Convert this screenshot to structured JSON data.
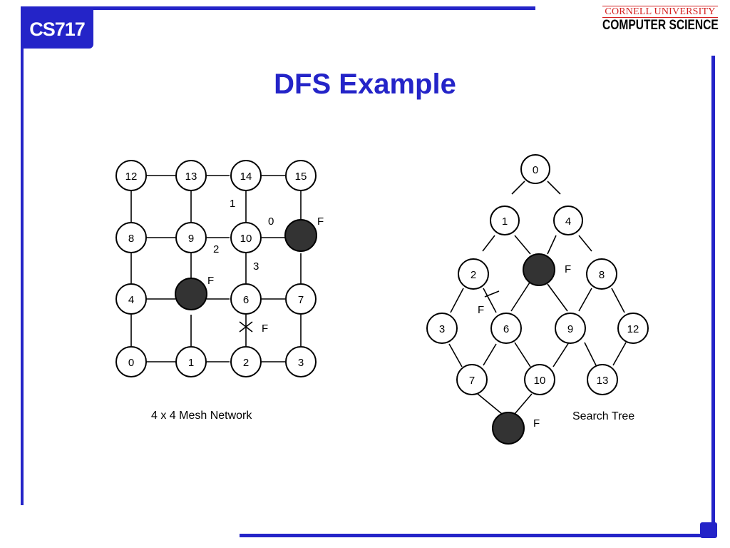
{
  "header": {
    "course_code": "CS717",
    "logo_top": "CORNELL UNIVERSITY",
    "logo_bottom": "COMPUTER SCIENCE"
  },
  "slide": {
    "title": "DFS Example"
  },
  "mesh": {
    "caption": "4 x 4 Mesh Network",
    "failed_label": "F",
    "node_labels": [
      "0",
      "1",
      "2",
      "3",
      "4",
      "6",
      "7",
      "8",
      "9",
      "10",
      "12",
      "13",
      "14",
      "15"
    ],
    "step_labels": [
      "0",
      "1",
      "2",
      "3"
    ]
  },
  "tree": {
    "caption": "Search Tree",
    "failed_label": "F",
    "node_labels": [
      "0",
      "1",
      "4",
      "2",
      "8",
      "3",
      "6",
      "9",
      "12",
      "7",
      "10",
      "13"
    ]
  },
  "colors": {
    "accent": "#2424c8",
    "logo_red": "#d42020",
    "failed_node": "#333333"
  }
}
